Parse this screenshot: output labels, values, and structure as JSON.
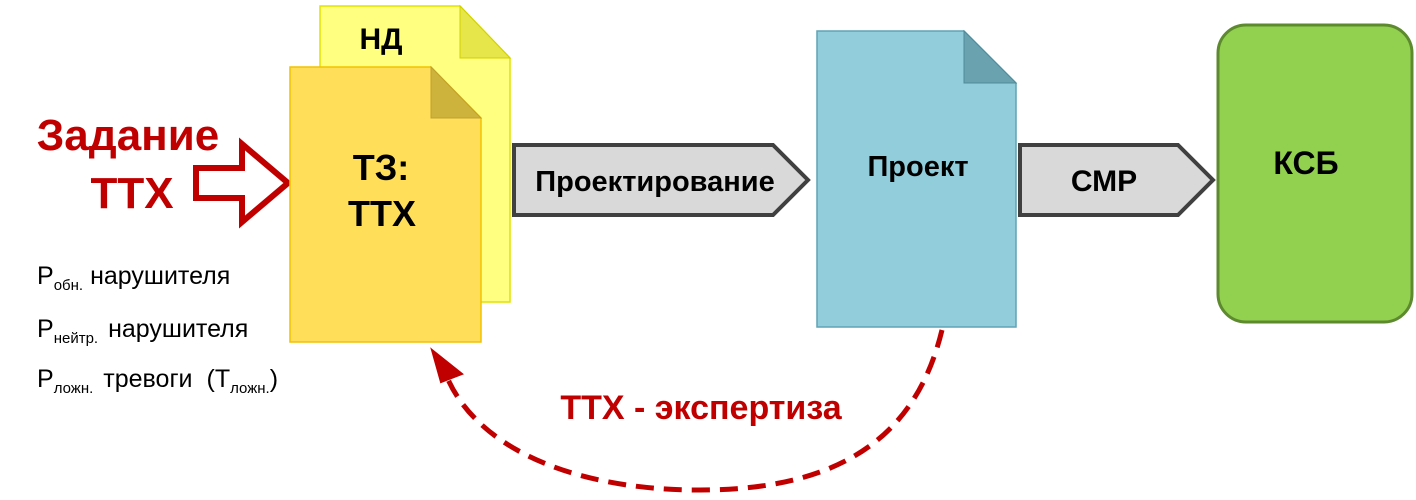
{
  "task": {
    "line1": "Задание",
    "line2": "ТТХ"
  },
  "doc_nd": {
    "label": "НД"
  },
  "doc_tz": {
    "line1": "ТЗ:",
    "line2": "ТТХ"
  },
  "process_design": {
    "label": "Проектирование"
  },
  "doc_project": {
    "label": "Проект"
  },
  "process_smr": {
    "label": "СМР"
  },
  "ksb": {
    "label": "КСБ"
  },
  "feedback": {
    "label": "ТТХ - экспертиза"
  },
  "probabilities": [
    {
      "main": "P",
      "sub": "обн.",
      "text": "нарушителя"
    },
    {
      "main": "P",
      "sub": "нейтр.",
      "text": "нарушителя"
    },
    {
      "main": "P",
      "sub": "ложн.",
      "text": "тревоги",
      "paren_open": "(",
      "paren_main": "T",
      "paren_sub": "ложн.",
      "paren_close": ")"
    }
  ],
  "colors": {
    "accent_red": "#c00000",
    "nd_fill": "#ffff80",
    "tz_fill": "#ffdf5a",
    "project_fill": "#92cddc",
    "ksb_fill": "#92d050",
    "process_fill": "#d9d9d9"
  }
}
